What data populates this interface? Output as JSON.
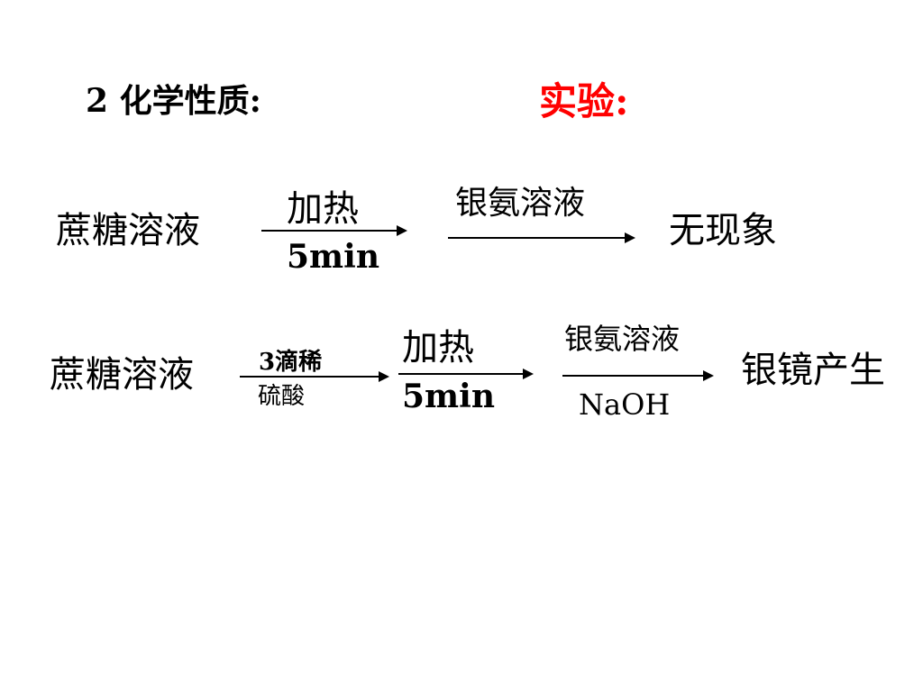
{
  "heading": {
    "section": "2 化学性质:",
    "experiment": "实验:",
    "experiment_color": "#ff0000"
  },
  "reaction1": {
    "reactant": "蔗糖溶液",
    "step1_top": "加热",
    "step1_bottom": "5min",
    "step2_top": "银氨溶液",
    "result": "无现象"
  },
  "reaction2": {
    "reactant": "蔗糖溶液",
    "step1_top_line1": "3滴稀",
    "step1_top_line2": "硫酸",
    "step2_top": "加热",
    "step2_bottom": "5min",
    "step3_top": "银氨溶液",
    "step3_bottom": "NaOH",
    "result": "银镜产生"
  }
}
